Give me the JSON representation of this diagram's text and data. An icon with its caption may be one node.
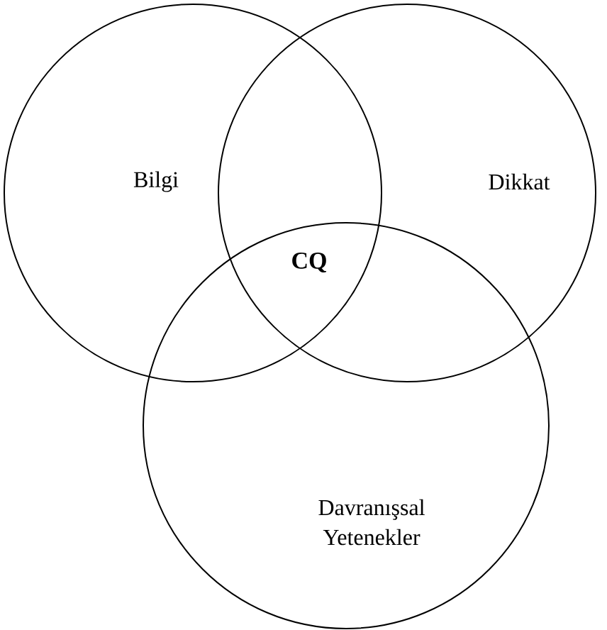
{
  "diagram": {
    "nodes": [
      {
        "text": [
          "Bilgi"
        ]
      },
      {
        "text": [
          "Dikkat"
        ]
      },
      {
        "text": [
          "Davranışsal Yetenekler"
        ]
      }
    ],
    "labels": [
      "CQ"
    ]
  }
}
